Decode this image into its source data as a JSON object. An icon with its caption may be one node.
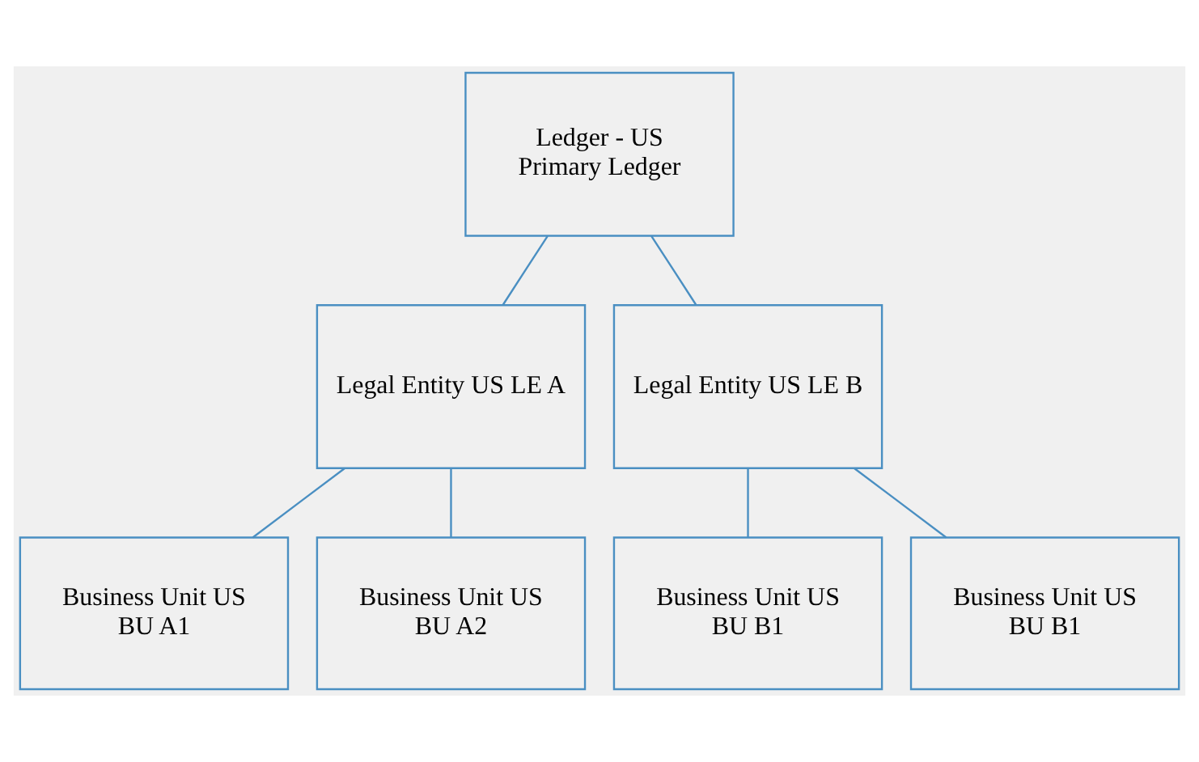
{
  "diagram": {
    "nodes": [
      {
        "text": [
          "Ledger - US Primary Ledger"
        ]
      },
      {
        "text": [
          "Legal Entity US LE A"
        ]
      },
      {
        "text": [
          "Legal Entity US LE B"
        ]
      },
      {
        "text": [
          "Business Unit US BU A1"
        ]
      },
      {
        "text": [
          "Business Unit US BU A2"
        ]
      },
      {
        "text": [
          "Business Unit US BU B1"
        ]
      },
      {
        "text": [
          "Business Unit US BU B1"
        ]
      }
    ],
    "edges": [
      {
        "from": 0,
        "to": 1,
        "arrow": "none"
      },
      {
        "from": 0,
        "to": 2,
        "arrow": "none"
      },
      {
        "from": 1,
        "to": 3,
        "arrow": "none"
      },
      {
        "from": 1,
        "to": 4,
        "arrow": "none"
      },
      {
        "from": 2,
        "to": 5,
        "arrow": "none"
      },
      {
        "from": 2,
        "to": 6,
        "arrow": "none"
      }
    ]
  }
}
